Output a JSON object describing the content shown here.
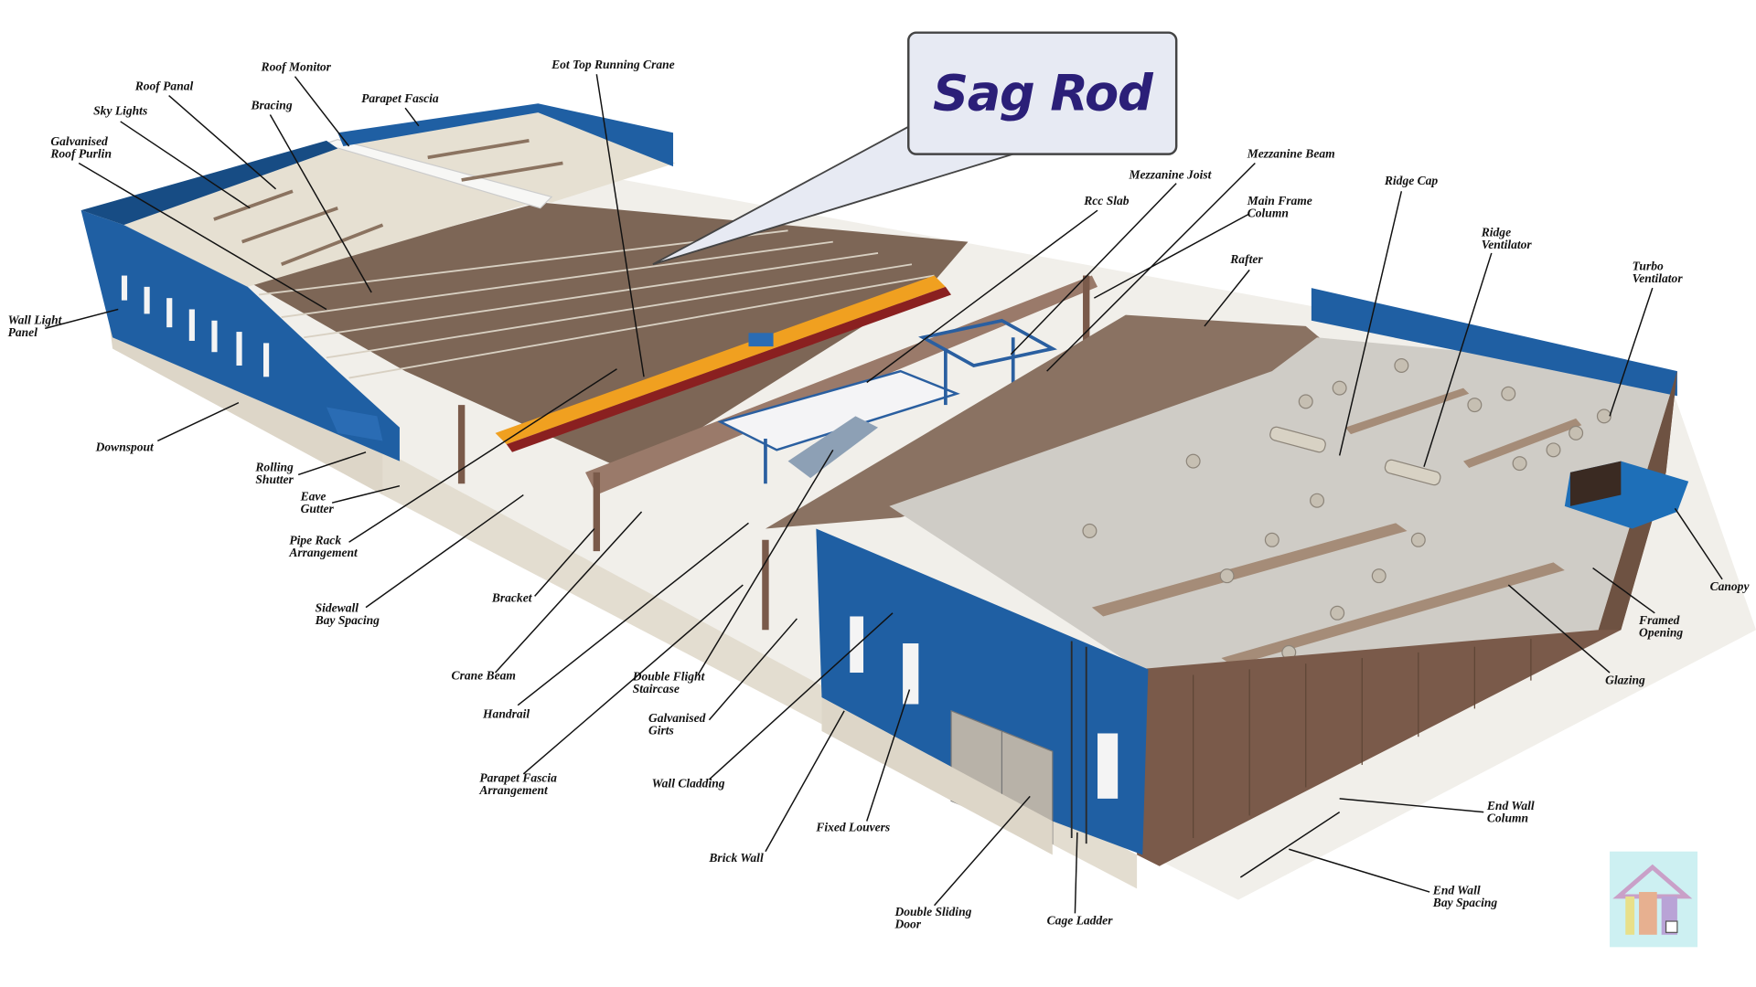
{
  "callout": {
    "title": "Sag Rod"
  },
  "labels": {
    "roof_monitor": "Roof Monitor",
    "roof_panal": "Roof Panal",
    "sky_lights": "Sky Lights",
    "galvanised_roof_purlin": "Galvanised\nRoof Purlin",
    "bracing": "Bracing",
    "parapet_fascia": "Parapet Fascia",
    "eot_crane": "Eot Top Running Crane",
    "wall_light_panel": "Wall Light\nPanel",
    "downspout": "Downspout",
    "rolling_shutter": "Rolling\nShutter",
    "eave_gutter": "Eave\nGutter",
    "pipe_rack": "Pipe Rack\nArrangement",
    "sidewall_bay": "Sidewall\nBay Spacing",
    "bracket": "Bracket",
    "crane_beam": "Crane Beam",
    "handrail": "Handrail",
    "double_flight": "Double Flight\nStaircase",
    "galvanised_girts": "Galvanised\nGirts",
    "parapet_fascia_arr": "Parapet Fascia\nArrangement",
    "wall_cladding": "Wall Cladding",
    "fixed_louvers": "Fixed Louvers",
    "brick_wall": "Brick Wall",
    "double_sliding_door": "Double Sliding\nDoor",
    "cage_ladder": "Cage Ladder",
    "rcc_slab": "Rcc Slab",
    "mezzanine_joist": "Mezzanine Joist",
    "mezzanine_beam": "Mezzanine Beam",
    "main_frame_column": "Main Frame\nColumn",
    "rafter": "Rafter",
    "ridge_cap": "Ridge Cap",
    "ridge_ventilator": "Ridge\nVentilator",
    "turbo_ventilator": "Turbo\nVentilator",
    "canopy": "Canopy",
    "framed_opening": "Framed\nOpening",
    "glazing": "Glazing",
    "end_wall_column": "End Wall\nColumn",
    "end_wall_bay": "End Wall\nBay Spacing"
  },
  "colors": {
    "wall_blue": "#1f5fa3",
    "roof_beige": "#e6e0d2",
    "steel_brown": "#7a5a4a",
    "callout_text": "#2b1f78",
    "callout_bg": "#e7eaf3"
  }
}
